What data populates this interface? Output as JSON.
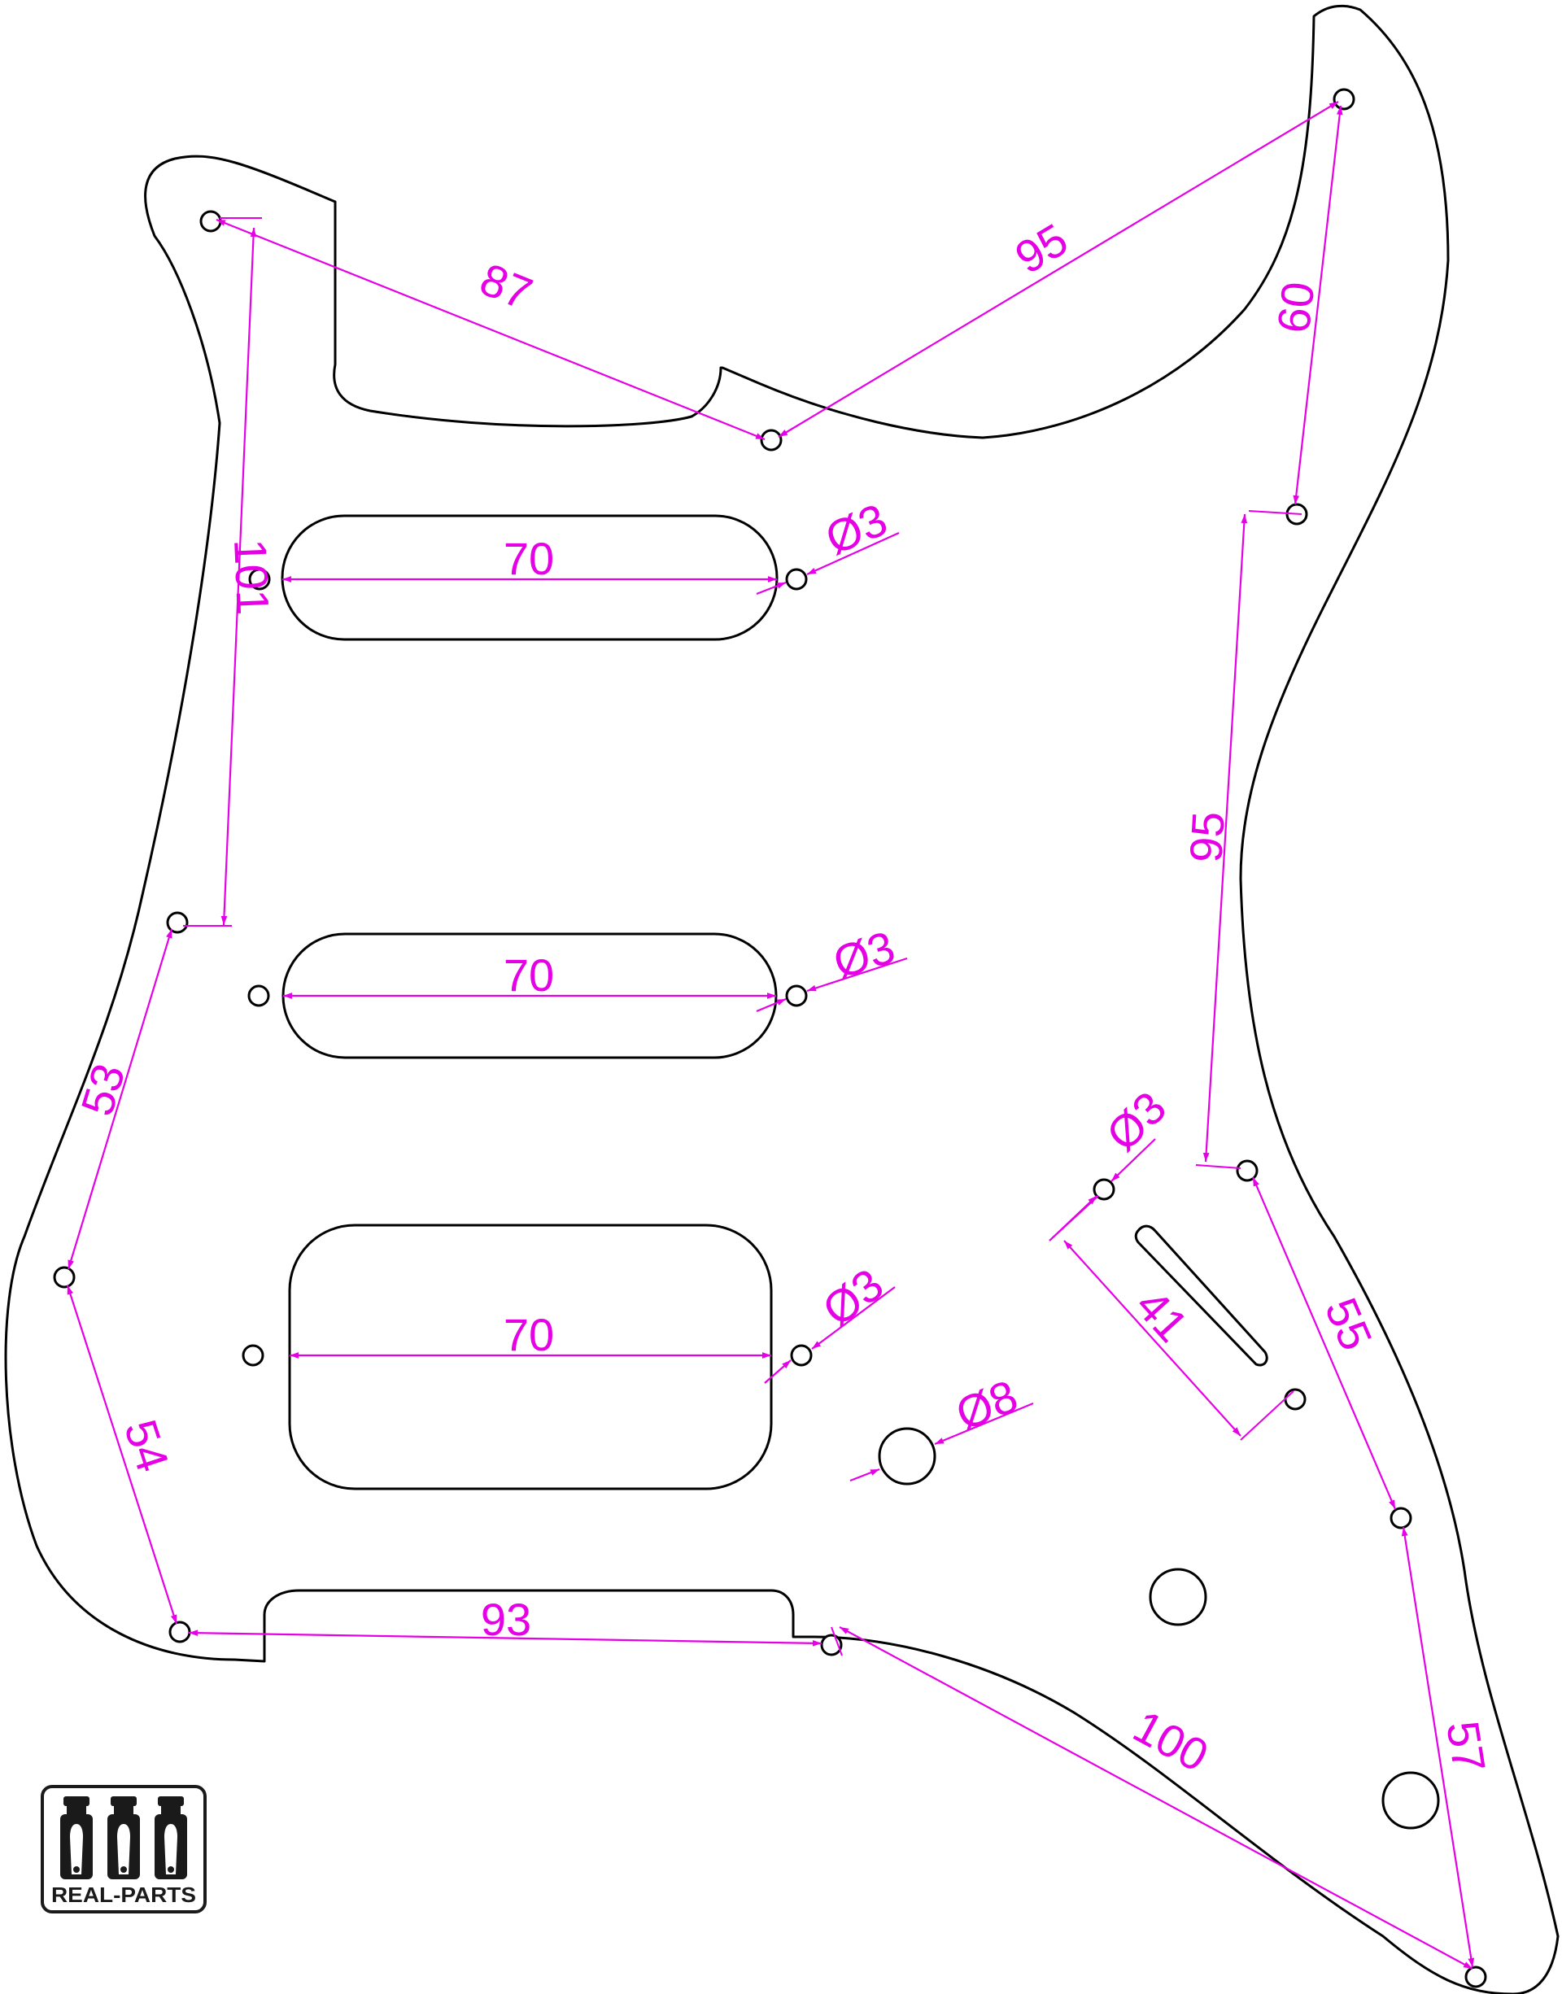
{
  "colors": {
    "dimension": "#e600e6",
    "outline": "#000000"
  },
  "logo": {
    "text": "REAL-PARTS",
    "icon": "screw-icon"
  },
  "dimensions": {
    "d87": "87",
    "d95_top": "95",
    "d60": "60",
    "d101": "101",
    "d70_neck": "70",
    "d70_middle": "70",
    "d70_bridge": "70",
    "dia_neck": "Ø3",
    "dia_middle": "Ø3",
    "dia_bridge": "Ø3",
    "dia_switch": "Ø3",
    "dia_jack": "Ø8",
    "d95_right": "95",
    "d53": "53",
    "d54": "54",
    "d93": "93",
    "d100": "100",
    "d41": "41",
    "d55": "55",
    "d57": "57"
  }
}
